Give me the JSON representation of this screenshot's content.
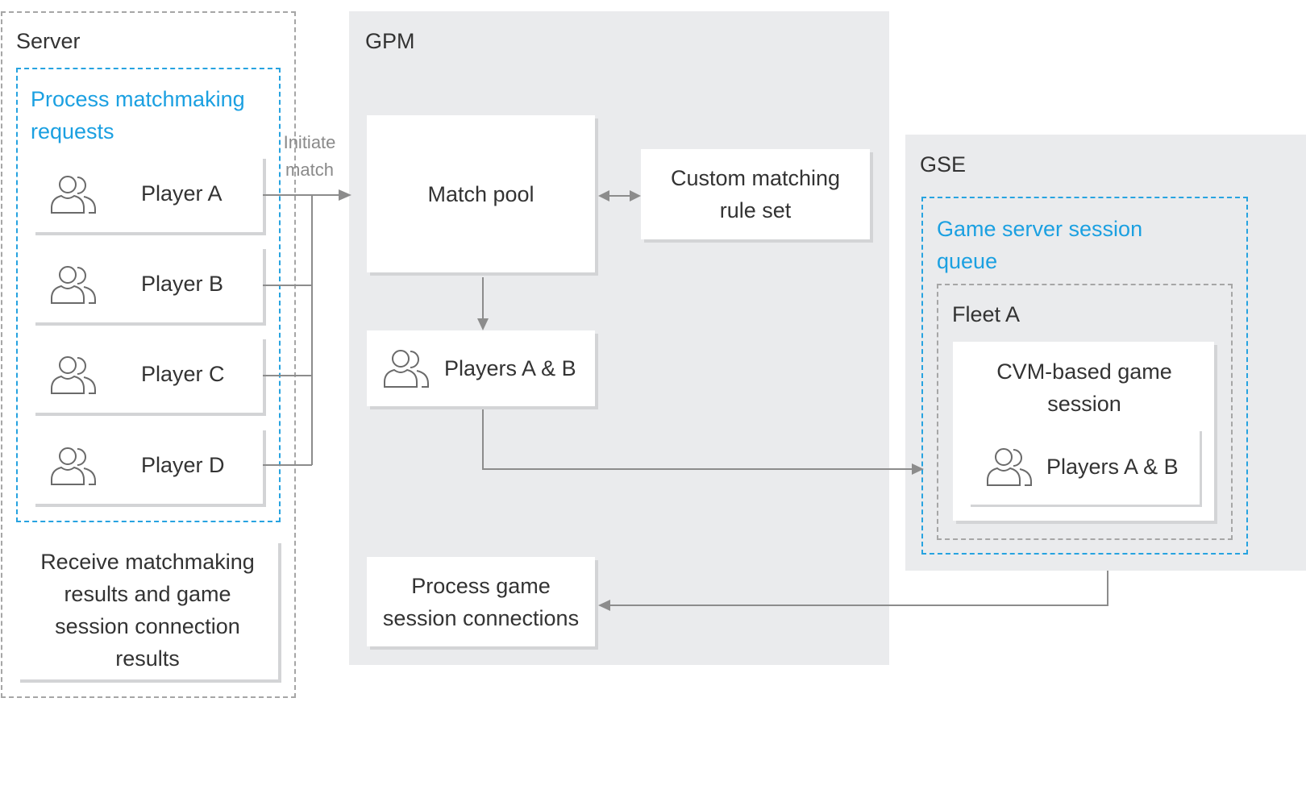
{
  "server": {
    "title": "Server",
    "process_box_title": "Process matchmaking requests",
    "players": [
      "Player A",
      "Player B",
      "Player C",
      "Player D"
    ],
    "receive_box": "Receive matchmaking results and game session connection results"
  },
  "initiate_label": "Initiate match",
  "gpm": {
    "title": "GPM",
    "match_pool": "Match pool",
    "custom_rule_set": "Custom matching rule set",
    "matched_players": "Players A & B",
    "process_connections": "Process game session connections"
  },
  "gse": {
    "title": "GSE",
    "queue_title": "Game server session queue",
    "fleet_title": "Fleet A",
    "session_title": "CVM-based game session",
    "session_players": "Players A & B"
  },
  "icons": {
    "player": "users-icon"
  },
  "colors": {
    "accent_blue": "#1ba0e1",
    "region_gray": "#eaebed",
    "connector_gray": "#8c8c8c"
  }
}
